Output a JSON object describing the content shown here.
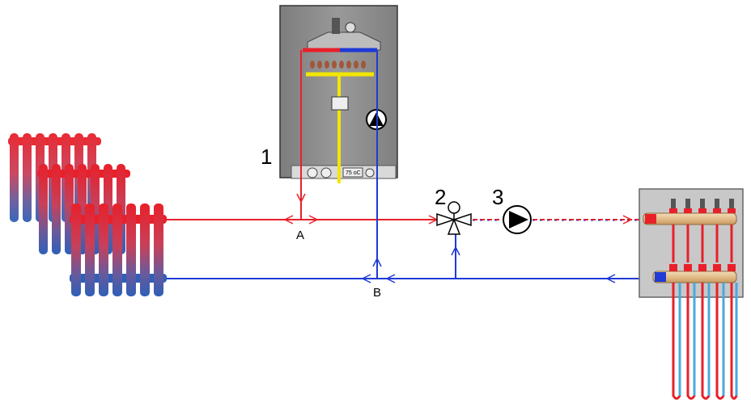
{
  "labels": {
    "boiler": "1",
    "mixing_valve": "2",
    "pump": "3",
    "point_a": "A",
    "point_b": "B",
    "boiler_temp": "75 oC"
  },
  "colors": {
    "supply": "#e8202a",
    "return": "#1f3ad6",
    "boiler_body": "#8f8f8f",
    "gas_line": "#f2e600",
    "manifold_box": "#c8c8c8",
    "manifold_brass": "#e8c9a0"
  },
  "icons": [
    "pump-icon",
    "mixing-valve-icon",
    "flow-arrow-icon",
    "radiator-icon",
    "manifold-icon",
    "underfloor-loop-icon"
  ]
}
